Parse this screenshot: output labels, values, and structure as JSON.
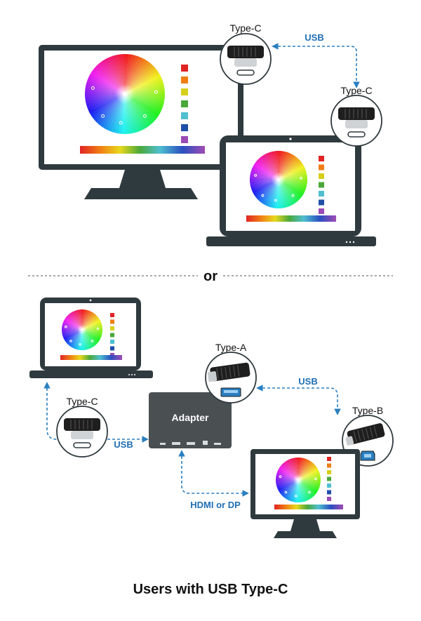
{
  "labels": {
    "type_c_1": "Type-C",
    "type_c_2": "Type-C",
    "type_c_3": "Type-C",
    "type_a": "Type-A",
    "type_b": "Type-B",
    "usb_1": "USB",
    "usb_2": "USB",
    "usb_3": "USB",
    "hdmi_dp": "HDMI or DP",
    "adapter": "Adapter",
    "or": "or",
    "title": "Users with USB Type-C"
  },
  "colors": {
    "device_frame": "#2f3a3e",
    "arrow": "#2a7fc0",
    "flow_text": "#1f6fb5",
    "adapter_body": "#4a4f52",
    "swatches": [
      "#e02424",
      "#f07d14",
      "#d6cf1c",
      "#4aa83b",
      "#4fbfd0",
      "#1f4fa8",
      "#9b4bb5"
    ]
  },
  "icons": [
    "monitor-icon",
    "laptop-icon",
    "usb-type-c-plug-icon",
    "usb-type-a-plug-icon",
    "usb-type-b-plug-icon",
    "adapter-icon",
    "color-wheel-icon"
  ]
}
